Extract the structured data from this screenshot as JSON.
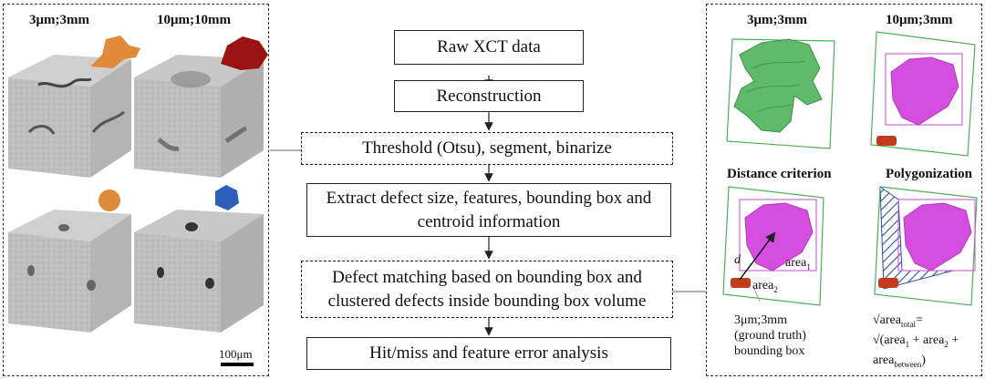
{
  "left_panel": {
    "col1_label": "3μm;3mm",
    "col2_label": "10μm;10mm",
    "scale_bar_label": "100μm"
  },
  "flow": {
    "steps": [
      "Raw XCT data",
      "Reconstruction",
      "Threshold (Otsu), segment, binarize",
      "Extract defect size, features, bounding box and",
      "centroid information",
      "Defect matching based on bounding box and",
      "clustered defects inside bounding box volume",
      "Hit/miss and feature error analysis"
    ]
  },
  "right_panel": {
    "col1_label": "3μm;3mm",
    "col2_label": "10μm;3mm",
    "distance_label": "Distance criterion",
    "polygon_label": "Polygonization",
    "d_label": "d",
    "area1": "area",
    "area1_sub": "1",
    "area2": "area",
    "area2_sub": "2",
    "ground_truth": [
      "3μm;3mm",
      "(ground truth)",
      "bounding box"
    ],
    "formula": {
      "l1_a": "√area",
      "l1_sub": "total",
      "l1_b": "=",
      "l2_a": "√(area",
      "l2_sub1": "1",
      "l2_b": " + area",
      "l2_sub2": "2",
      "l2_c": " +",
      "l3_a": "area",
      "l3_sub": "between",
      "l3_b": ")"
    }
  },
  "colors": {
    "orange_defect": "#e08a3c",
    "dark_red_defect": "#9c1212",
    "blue_defect": "#2f5fb8",
    "green_mesh": "#5fba6a",
    "magenta_mesh": "#d64ee0",
    "bbox_green": "#4caf5a",
    "bbox_magenta": "#c64ed0",
    "hatch_blue": "#2b4fa0"
  }
}
